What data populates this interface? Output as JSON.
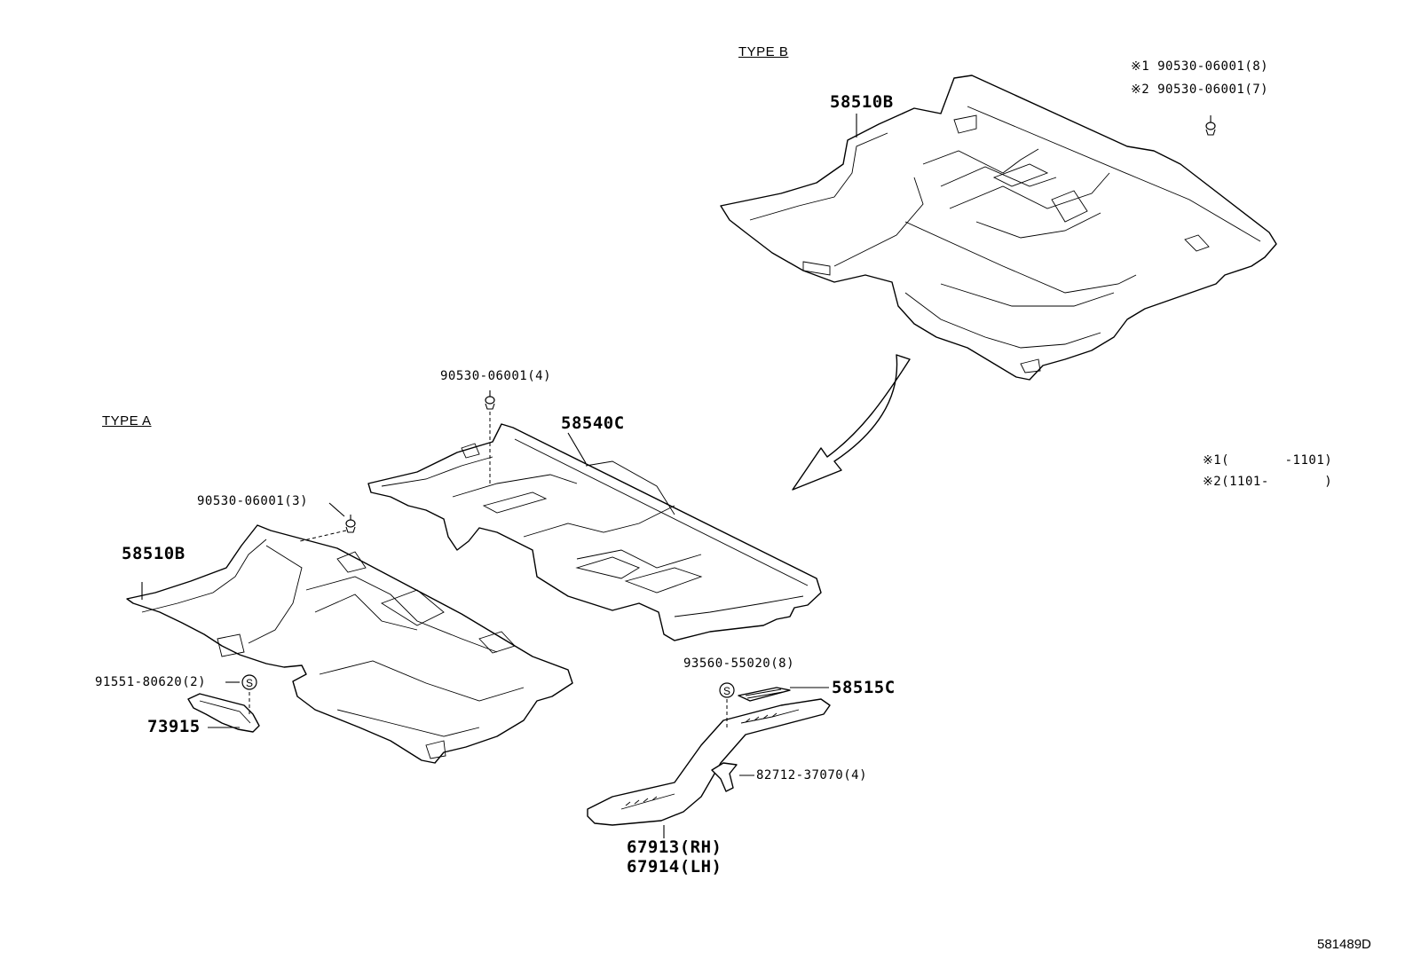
{
  "type_b": {
    "title": "TYPE B",
    "mat_label": "58510B",
    "note1_mark": "※1",
    "note1_part": "90530-06001(8)",
    "note2_mark": "※2",
    "note2_part": "90530-06001(7)"
  },
  "type_a": {
    "title": "TYPE A",
    "clip_front": "90530-06001(4)",
    "rear_mat": "58540C",
    "clip_left": "90530-06001(3)",
    "front_mat": "58510B",
    "screw": "91551-80620(2)",
    "bracket": "73915"
  },
  "scuff": {
    "screw": "93560-55020(8)",
    "insert": "58515C",
    "clip": "82712-37070(4)",
    "rh": "67913(RH)",
    "lh": "67914(LH)"
  },
  "legend": {
    "mark1": "※1",
    "range1": "(       -1101)",
    "mark2": "※2",
    "range2": "(1101-       )"
  },
  "s_symbol": "S",
  "footer_code": "581489D"
}
